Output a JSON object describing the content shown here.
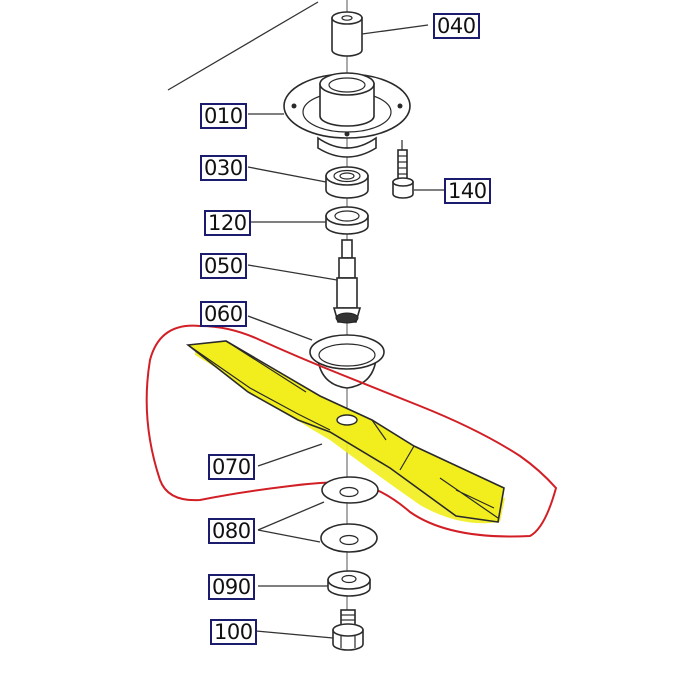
{
  "diagram": {
    "title": "Mower blade spindle assembly - exploded parts view",
    "colors": {
      "label_border": "#1c1c6e",
      "highlight_fill": "#f2ee1e",
      "annotation_outline": "#d21f26",
      "line": "#2a2a2a"
    },
    "parts": [
      {
        "ref": "040",
        "description": "spacer / collar"
      },
      {
        "ref": "010",
        "description": "spindle housing flange"
      },
      {
        "ref": "140",
        "description": "bolt"
      },
      {
        "ref": "030",
        "description": "bearing"
      },
      {
        "ref": "120",
        "description": "bearing"
      },
      {
        "ref": "050",
        "description": "spindle shaft"
      },
      {
        "ref": "060",
        "description": "blade holder cup"
      },
      {
        "ref": "070",
        "description": "blade (highlighted)"
      },
      {
        "ref": "080",
        "description": "washers (x2)"
      },
      {
        "ref": "090",
        "description": "thick washer"
      },
      {
        "ref": "100",
        "description": "hex bolt"
      }
    ],
    "labels": {
      "p040": "040",
      "p010": "010",
      "p140": "140",
      "p030": "030",
      "p120": "120",
      "p050": "050",
      "p060": "060",
      "p070": "070",
      "p080": "080",
      "p090": "090",
      "p100": "100"
    },
    "annotations": {
      "highlighted_part": "070",
      "red_outline": "hand-drawn circle around blade 070"
    }
  }
}
